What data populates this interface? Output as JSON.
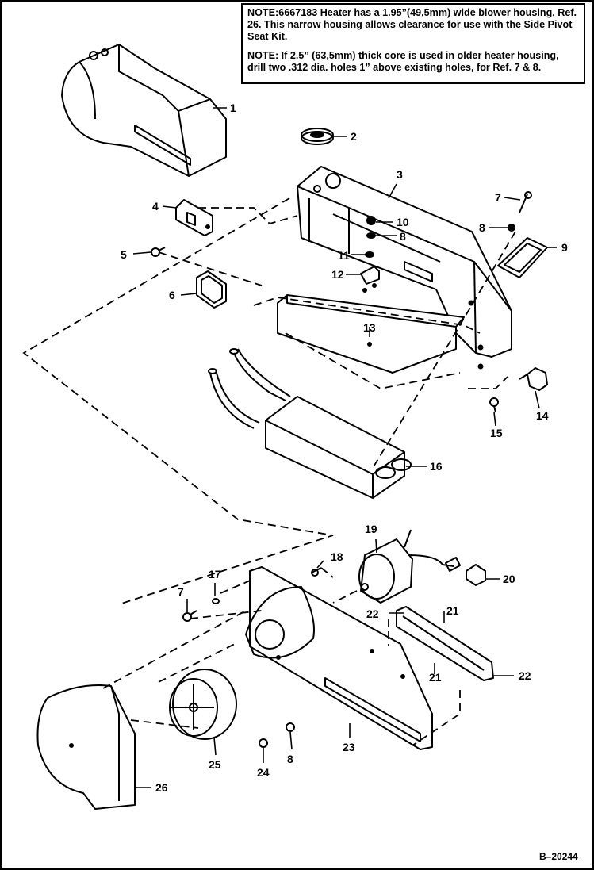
{
  "notes": [
    {
      "label": "NOTE:",
      "text": "6667183 Heater has a 1.95”(49,5mm) wide blower housing, Ref. 26. This narrow housing allows clearance for use with the Side Pivot Seat Kit."
    },
    {
      "label": "NOTE:",
      "text": " If 2.5” (63,5mm) thick core is used in older heater housing, drill two .312 dia. holes 1” above existing holes, for Ref. 7 & 8."
    }
  ],
  "callouts": {
    "c1": "1",
    "c2": "2",
    "c3": "3",
    "c4": "4",
    "c5": "5",
    "c6": "6",
    "c7a": "7",
    "c7b": "7",
    "c8a": "8",
    "c8b": "8",
    "c8c": "8",
    "c9": "9",
    "c10": "10",
    "c11": "11",
    "c12": "12",
    "c13": "13",
    "c14": "14",
    "c15": "15",
    "c16": "16",
    "c17": "17",
    "c18": "18",
    "c19": "19",
    "c20": "20",
    "c21a": "21",
    "c21b": "21",
    "c22a": "22",
    "c22b": "22",
    "c23": "23",
    "c24": "24",
    "c25": "25",
    "c26": "26"
  },
  "figure_number": "B–20244"
}
